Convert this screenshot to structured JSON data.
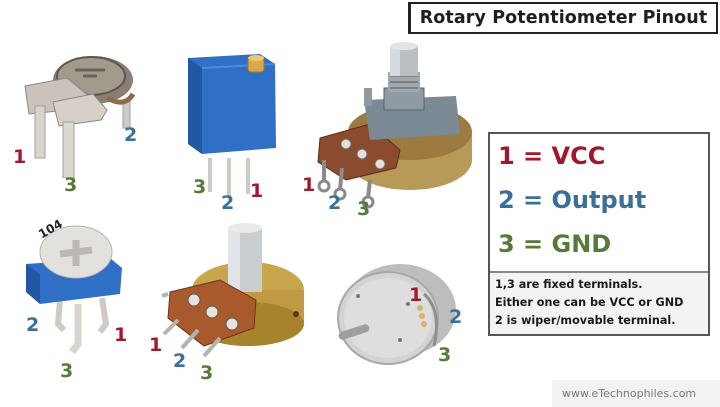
{
  "title": "Rotary Potentiometer Pinout",
  "colors": {
    "pin1": "#a3162b",
    "pin2": "#3a6f9a",
    "pin3": "#557a3a",
    "border": "#222222"
  },
  "legend": {
    "rows": [
      {
        "text": "1 = VCC",
        "color": "#a3162b"
      },
      {
        "text": "2 = Output",
        "color": "#3a6f9a"
      },
      {
        "text": "3 = GND",
        "color": "#557a3a"
      }
    ],
    "notes": [
      "1,3 are fixed terminals.",
      "Either one can be VCC or GND",
      "2 is wiper/movable terminal."
    ]
  },
  "components": [
    {
      "name": "carbon-trimmer",
      "pins": {
        "1": "1",
        "2": "2",
        "3": "3"
      }
    },
    {
      "name": "multiturn-trimmer",
      "pins": {
        "1": "1",
        "2": "2",
        "3": "3"
      }
    },
    {
      "name": "panel-potentiometer",
      "pins": {
        "1": "1",
        "2": "2",
        "3": "3"
      }
    },
    {
      "name": "blue-trimmer",
      "marking": "104",
      "pins": {
        "1": "1",
        "2": "2",
        "3": "3"
      }
    },
    {
      "name": "pcb-potentiometer",
      "pins": {
        "1": "1",
        "2": "2",
        "3": "3"
      }
    },
    {
      "name": "precision-potentiometer",
      "pins": {
        "1": "1",
        "2": "2",
        "3": "3"
      }
    }
  ],
  "watermark": "www.eTechnophiles.com"
}
